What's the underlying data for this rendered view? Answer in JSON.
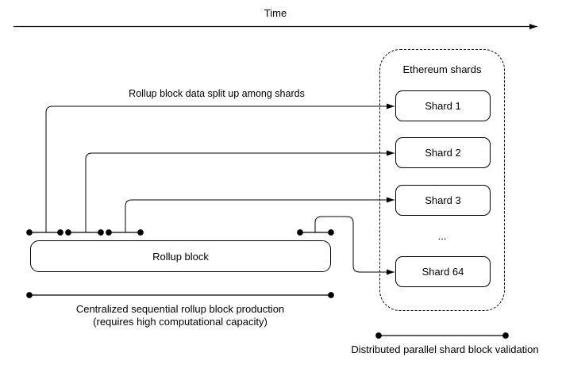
{
  "time_axis": {
    "label": "Time"
  },
  "shards_panel": {
    "title": "Ethereum shards",
    "ellipsis": "...",
    "items": [
      {
        "label": "Shard 1"
      },
      {
        "label": "Shard 2"
      },
      {
        "label": "Shard 3"
      },
      {
        "label": "Shard 64"
      }
    ]
  },
  "rollup": {
    "block_label": "Rollup block",
    "split_label": "Rollup block data split up among shards"
  },
  "captions": {
    "production_line1": "Centralized sequential rollup block production",
    "production_line2": "(requires high computational capacity)",
    "validation": "Distributed parallel shard block validation"
  },
  "colors": {
    "line": "#000000",
    "background": "#ffffff"
  }
}
